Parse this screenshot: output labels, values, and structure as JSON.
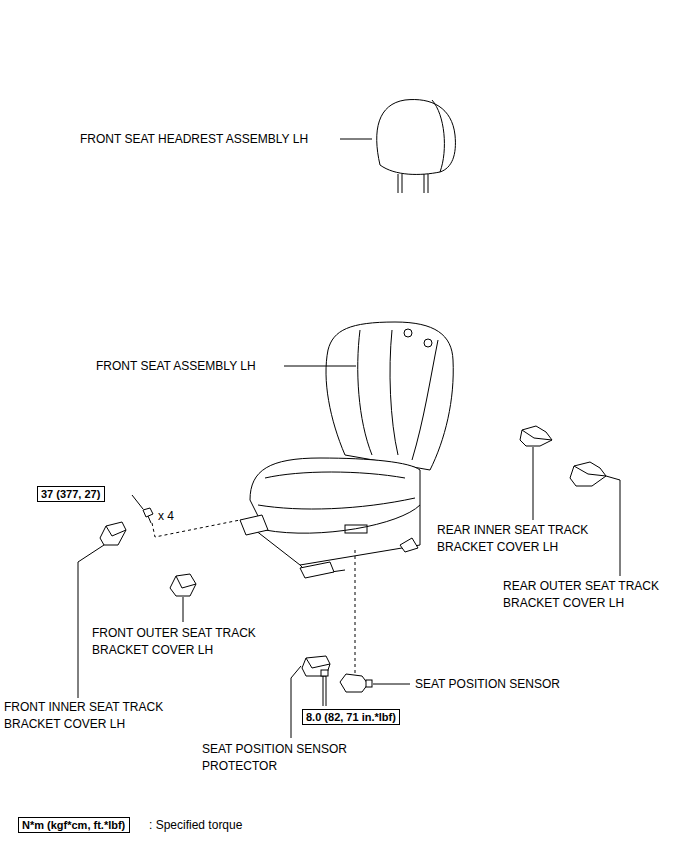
{
  "diagram": {
    "nodes": [
      {
        "text": [
          "37 (377, 27)"
        ]
      },
      {
        "text": [
          "8.0 (82, 71 in.*lbf)"
        ]
      },
      {
        "text": [
          "N*m (kgf*cm, ft.*lbf)"
        ]
      }
    ],
    "labels": [
      "FRONT SEAT HEADREST ASSEMBLY LH",
      "FRONT SEAT ASSEMBLY LH",
      "x 4",
      "REAR INNER SEAT TRACK BRACKET COVER LH",
      "REAR OUTER SEAT TRACK BRACKET COVER LH",
      "FRONT OUTER SEAT TRACK BRACKET COVER LH",
      "FRONT INNER SEAT TRACK BRACKET COVER LH",
      "SEAT POSITION SENSOR",
      "SEAT POSITION SENSOR PROTECTOR",
      ": Specified torque"
    ]
  }
}
